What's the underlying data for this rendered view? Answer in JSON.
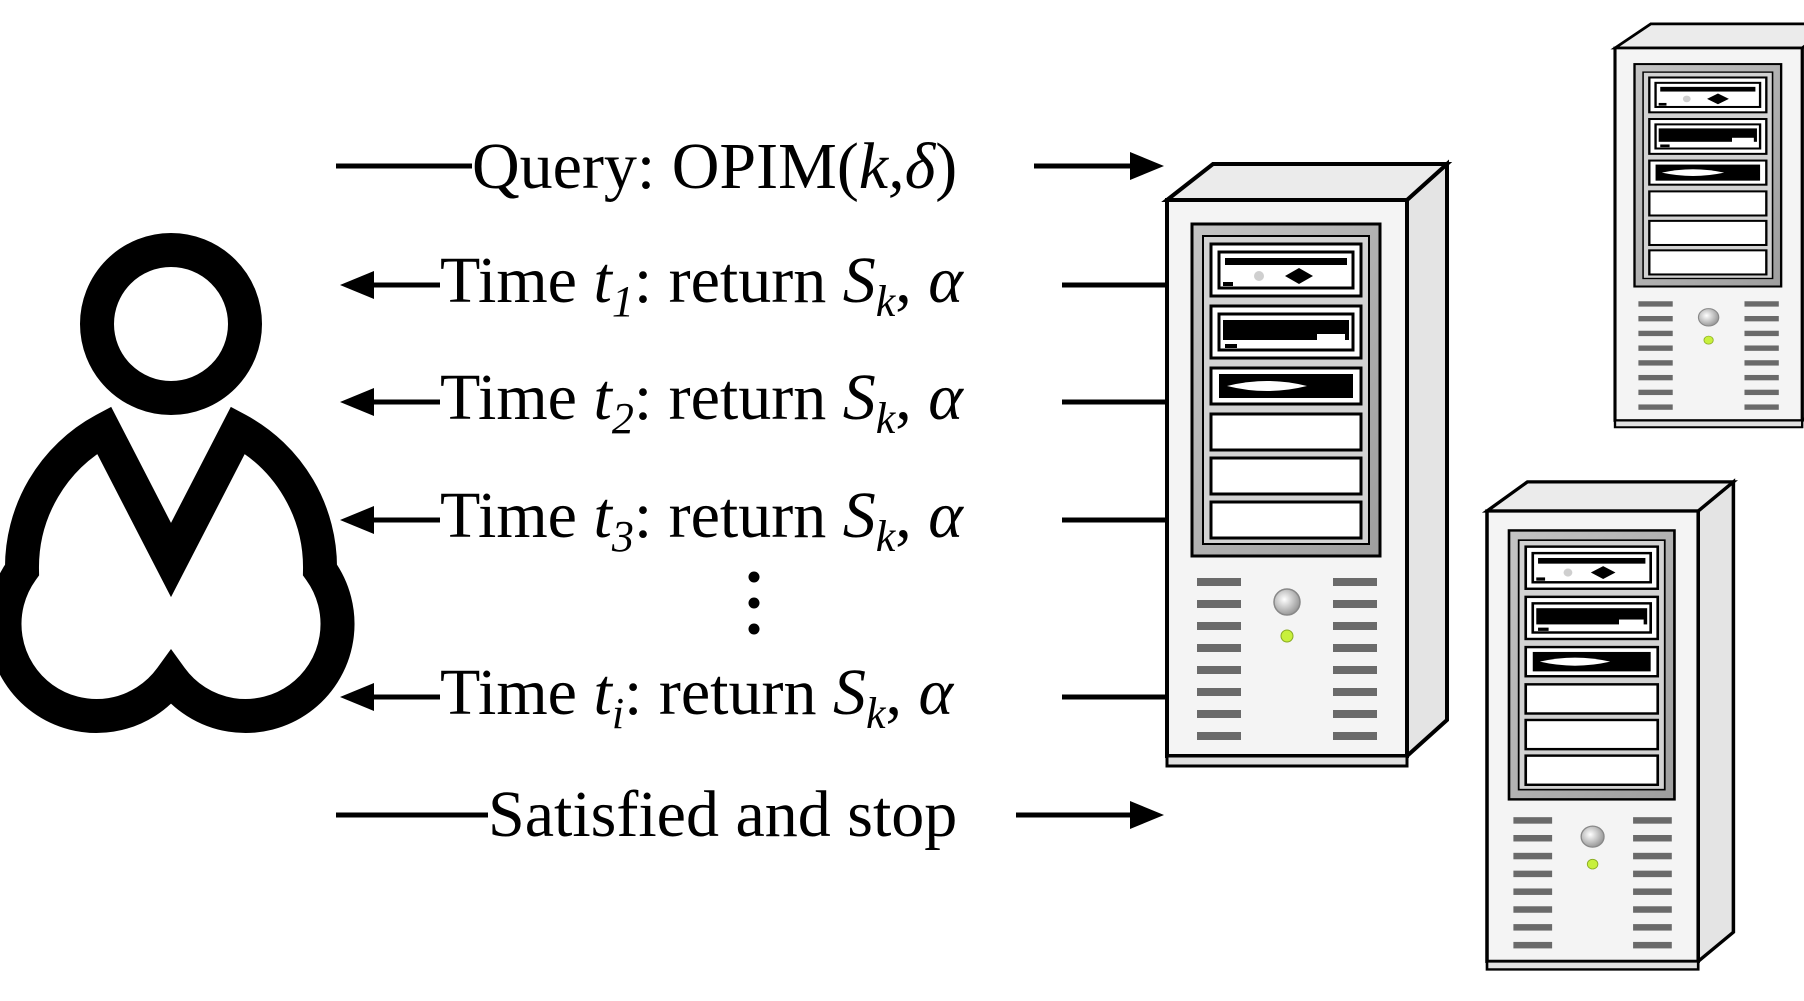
{
  "diagram": {
    "user": {
      "icon": "user-icon"
    },
    "servers": [
      {
        "icon": "server-tower-icon"
      },
      {
        "icon": "server-tower-icon"
      },
      {
        "icon": "server-tower-icon"
      }
    ],
    "messages": [
      {
        "direction": "to-server",
        "text": "Query: OPIM",
        "paren_open": "(",
        "args": "k,δ",
        "paren_close": ")"
      },
      {
        "direction": "to-user",
        "prefix": "Time ",
        "t": "t",
        "t_sub": "1",
        "middle": ": return ",
        "S": "S",
        "S_sub": "k",
        "sep": ", ",
        "alpha": "α"
      },
      {
        "direction": "to-user",
        "prefix": "Time ",
        "t": "t",
        "t_sub": "2",
        "middle": ": return ",
        "S": "S",
        "S_sub": "k",
        "sep": ", ",
        "alpha": "α"
      },
      {
        "direction": "to-user",
        "prefix": "Time ",
        "t": "t",
        "t_sub": "3",
        "middle": ": return ",
        "S": "S",
        "S_sub": "k",
        "sep": ", ",
        "alpha": "α"
      },
      {
        "direction": "to-user",
        "prefix": "Time ",
        "t": "t",
        "t_sub": "i",
        "middle": ": return ",
        "S": "S",
        "S_sub": "k",
        "sep": ", ",
        "alpha": "α"
      },
      {
        "direction": "to-server",
        "text": "Satisfied and stop"
      }
    ],
    "ellipsis": "vertical-dots",
    "colors": {
      "ink": "#000000",
      "server_body": "#f2f2f2",
      "server_side": "#e6e6e6",
      "bay_frame": "#b3b3b3",
      "led": "#c8f03c"
    }
  }
}
